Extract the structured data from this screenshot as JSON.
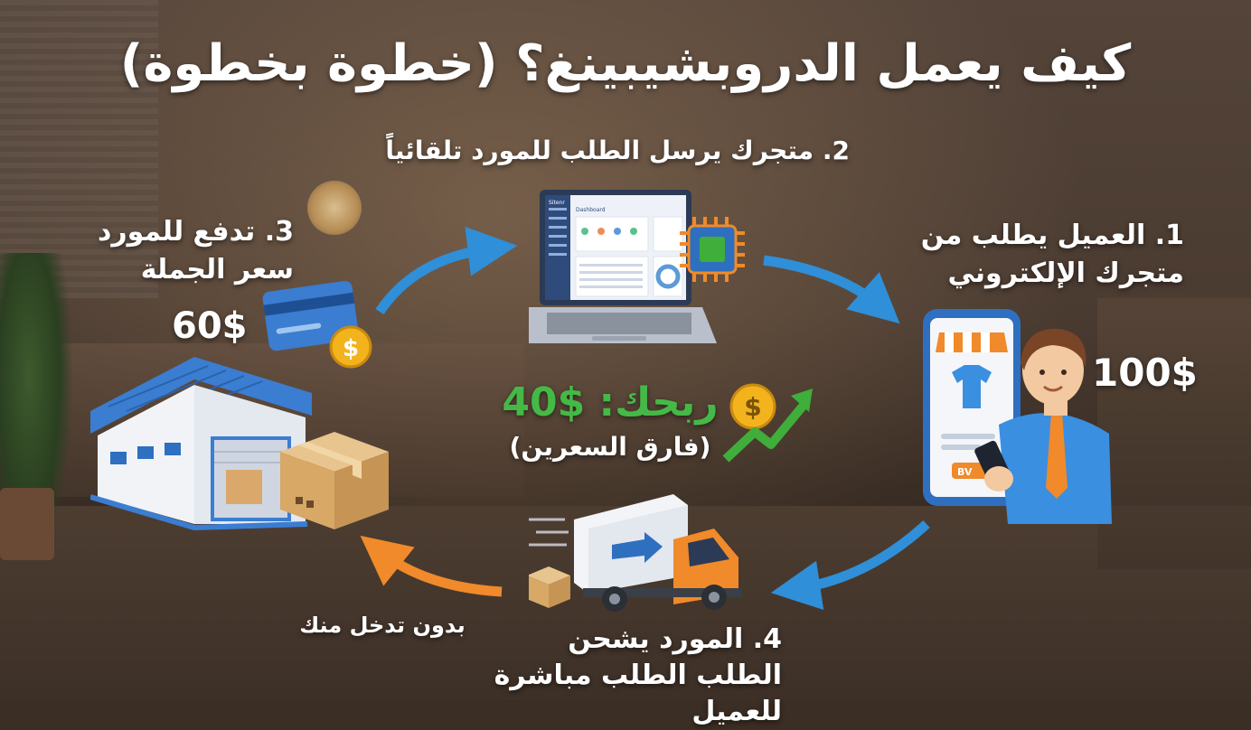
{
  "title": "كيف يعمل الدروبشيبينغ؟ (خطوة بخطوة)",
  "steps": {
    "step1": "1. العميل يطلب من متجرك الإلكتروني",
    "step2": "2. متجرك يرسل الطلب للمورد تلقائياً",
    "step3": "3. تدفع للمورد سعر الجملة",
    "step4": "4. المورد يشحن الطلب الطلب مباشرة للعميل"
  },
  "labels": {
    "no_intervention": "بدون تدخل منك",
    "wholesale_price": "60$",
    "retail_price": "100$",
    "profit": "ربحك: $40",
    "profit_note": "(فارق السعرين)"
  },
  "laptop": {
    "window_title": "Sitenr",
    "dashboard_title": "Dashboard"
  },
  "phone": {
    "buy_button": "BV"
  },
  "colors": {
    "arrow_blue": "#2f8fd8",
    "arrow_orange": "#f08a2a",
    "profit_green": "#45b947",
    "text_white": "#ffffff"
  },
  "icons": [
    "credit-card-icon",
    "coin-icon",
    "warehouse-icon",
    "box-icon",
    "laptop-icon",
    "chip-icon",
    "phone-icon",
    "shirt-icon",
    "man-icon",
    "truck-icon",
    "up-trend-arrow-icon"
  ]
}
